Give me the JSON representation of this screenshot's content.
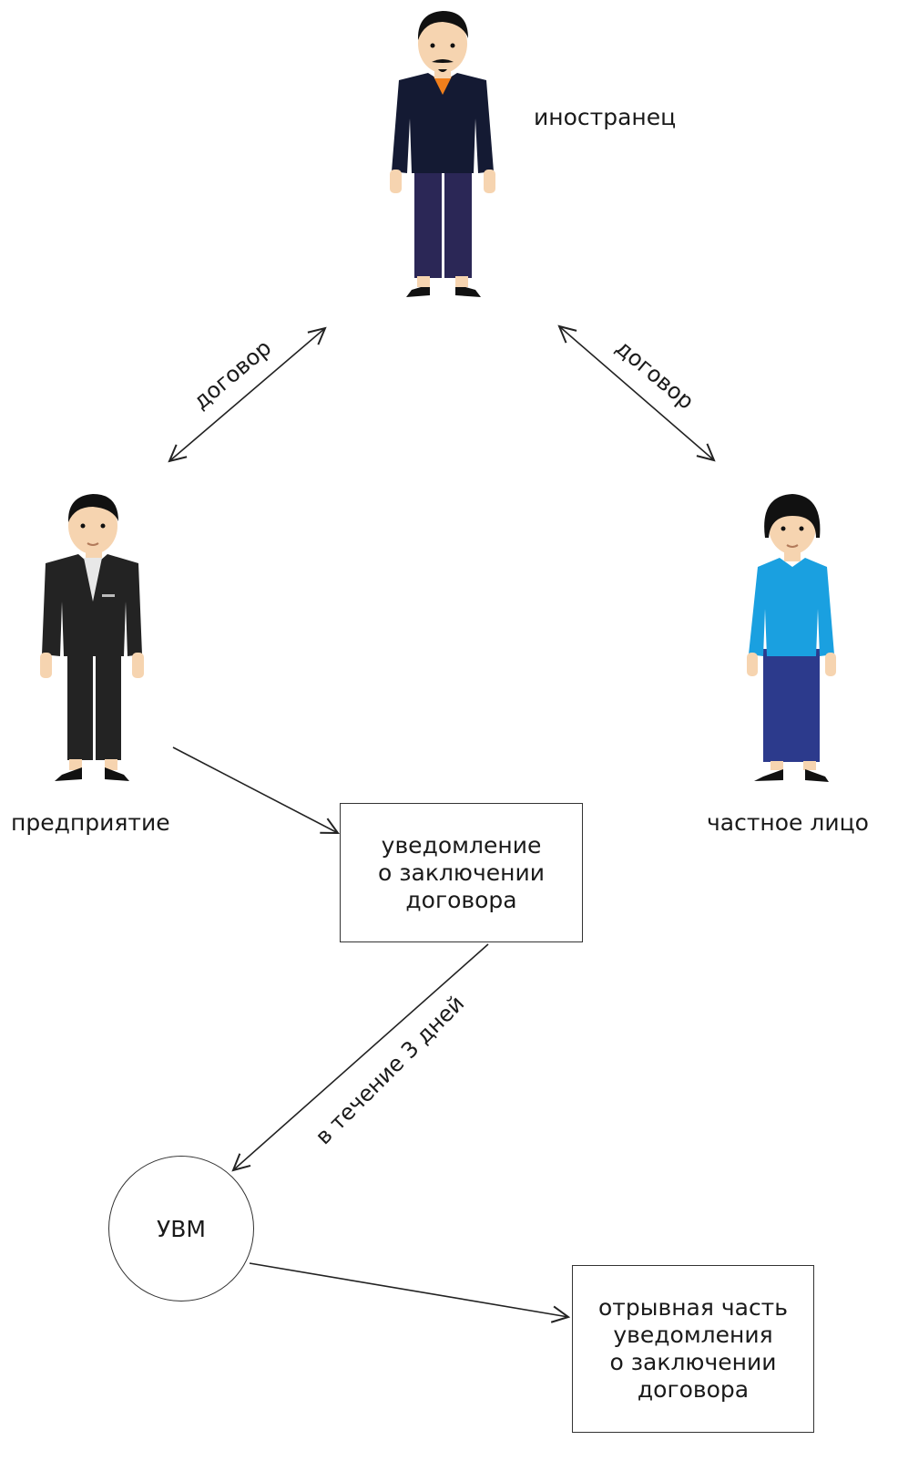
{
  "nodes": {
    "foreigner": {
      "label": "иностранец"
    },
    "enterprise": {
      "label": "предприятие"
    },
    "private_person": {
      "label": "частное лицо"
    },
    "notification": {
      "lines": [
        "уведомление",
        "о заключении",
        "договора"
      ]
    },
    "uvm": {
      "label": "УВМ"
    },
    "tear_off": {
      "lines": [
        "отрывная часть",
        "уведомления",
        "о заключении",
        "договора"
      ]
    }
  },
  "edges": {
    "contract_left": {
      "label": "договор"
    },
    "contract_right": {
      "label": "договор"
    },
    "within_3_days": {
      "label": "в течение 3 дней"
    }
  },
  "colors": {
    "foreigner_jacket": "#141a33",
    "foreigner_pants": "#2b2756",
    "foreigner_shirt": "#f07f1c",
    "enterprise_suit": "#232323",
    "private_blouse": "#1aa0e0",
    "private_skirt": "#2c3a8c",
    "skin": "#f6d4b0",
    "hair": "#111111",
    "line": "#222222"
  }
}
